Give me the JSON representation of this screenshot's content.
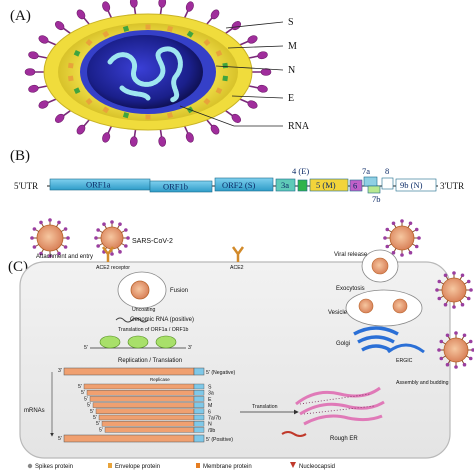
{
  "panels": {
    "a": "(A)",
    "b": "(B)",
    "c": "(C)"
  },
  "virion_labels": {
    "s": "S",
    "m": "M",
    "n": "N",
    "e": "E",
    "rna": "RNA"
  },
  "genome": {
    "utr5": "5'UTR",
    "utr3": "3'UTR",
    "orf1a": "ORF1a",
    "orf1b": "ORF1b",
    "orf2": "ORF2 (S)",
    "orf3a": "3a",
    "orf4": "4 (E)",
    "orf5": "5 (M)",
    "orf6": "6",
    "orf7a": "7a",
    "orf7b": "7b",
    "orf8": "8",
    "orf9b": "9b (N)"
  },
  "cycle": {
    "virus_name": "SARS-CoV-2",
    "attachment": "Attachment and entry",
    "ace2_receptor": "ACE2 receptor",
    "ace2": "ACE2",
    "fusion": "Fusion",
    "uncoating": "Uncoating",
    "genomic_rna": "Genomic RNA (positive)",
    "translation_orf": "Translation of ORF1a / ORF1b",
    "replication": "Replication / Translation",
    "replicase": "Replicase",
    "negative": "5' (Negative)",
    "positive": "5' (Positive)",
    "three_prime": "3'",
    "five_prime": "5'",
    "mrnas": "mRNAs",
    "translation": "Translation",
    "rough_er": "Rough ER",
    "golgi": "Golgi",
    "ergic": "ERGIC",
    "vesicle": "Vesicle",
    "exocytosis": "Exocytosis",
    "viral_release": "Viral release",
    "assembly": "Assembly and budding",
    "mrna_labels": [
      "S",
      "3a",
      "E",
      "M",
      "6",
      "7a/7b",
      "N",
      "/9b"
    ]
  },
  "legend": {
    "spikes": "Spikes protein",
    "envelope": "Envelope protein",
    "membrane": "Membrane protein",
    "nucleocapsid": "Nucleocapsid"
  }
}
